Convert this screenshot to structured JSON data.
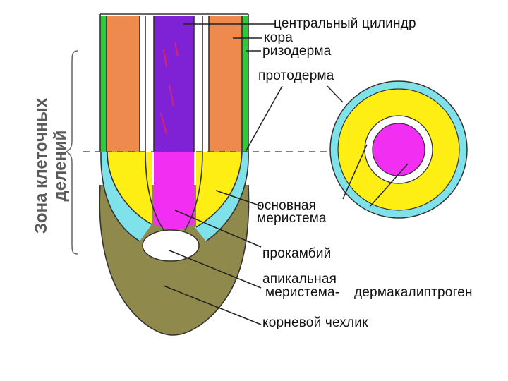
{
  "diagram": {
    "zone_title_line1": "Зона клеточных",
    "zone_title_line2": "делений",
    "labels": {
      "central_cylinder": "центральный цилиндр",
      "cortex": "кора",
      "rhizodermis": "ризодерма",
      "protoderm": "протодерма",
      "ground_meristem_line1": "основная",
      "ground_meristem_line2": "меристема",
      "procambium": "прокамбий",
      "apical_meristem_line1": "апикальная",
      "apical_meristem_line2": "меристема-",
      "dermacalyptrogen": "дермакалиптроген",
      "root_cap": "корневой чехлик"
    },
    "colors": {
      "cortex": "#ef8a4f",
      "central_cylinder": "#7f22d6",
      "rhizodermis": "#2fc93a",
      "protoderm": "#7fe2ea",
      "ground_meristem": "#ffee14",
      "procambium": "#f22ef2",
      "root_cap": "#8f8a4c",
      "apical_meristem": "#ffffff"
    }
  }
}
